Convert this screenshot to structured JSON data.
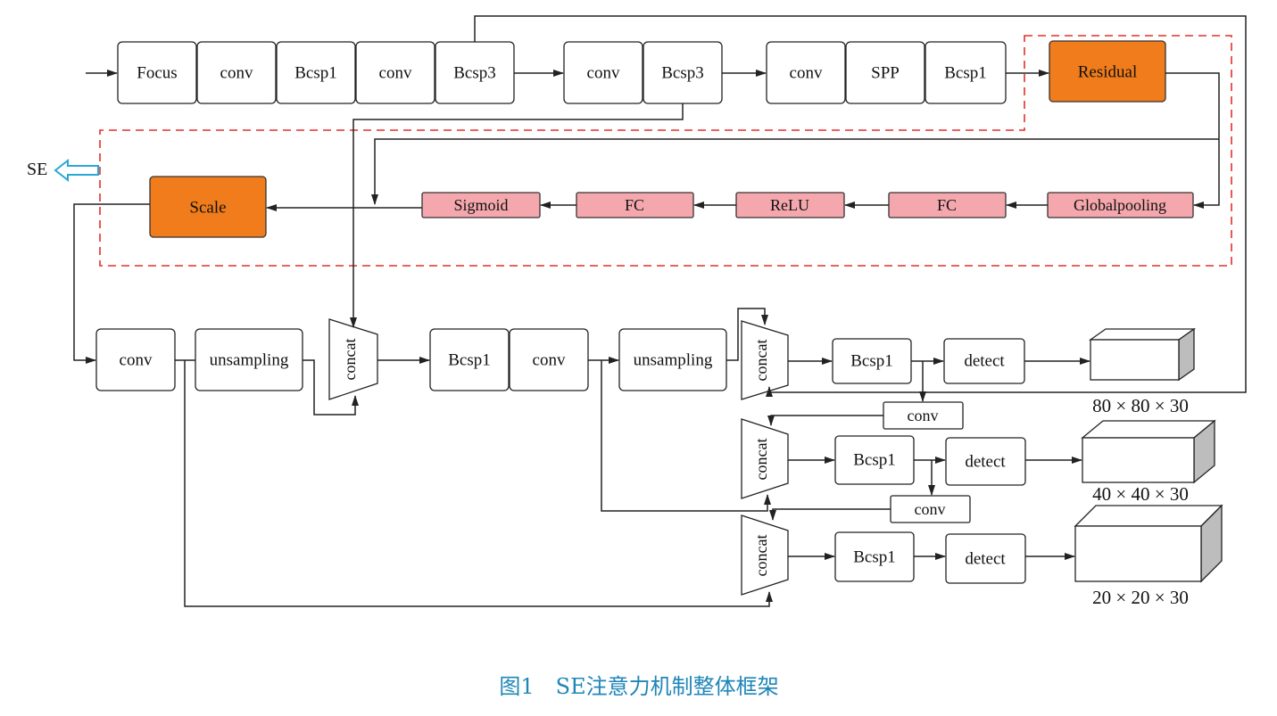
{
  "backbone": {
    "focus": "Focus",
    "conv1": "conv",
    "bcsp1_a": "Bcsp1",
    "conv2": "conv",
    "bcsp3_a": "Bcsp3",
    "conv3": "conv",
    "bcsp3_b": "Bcsp3",
    "conv4": "conv",
    "spp": "SPP",
    "bcsp1_b": "Bcsp1"
  },
  "se_block": {
    "residual": "Residual",
    "globalpooling": "Globalpooling",
    "fc1": "FC",
    "relu": "ReLU",
    "fc2": "FC",
    "sigmoid": "Sigmoid",
    "scale": "Scale",
    "se_label": "SE"
  },
  "neck": {
    "conv_a": "conv",
    "unsampling_a": "unsampling",
    "concat_a": "concat",
    "bcsp1_c": "Bcsp1",
    "conv_b": "conv",
    "unsampling_b": "unsampling"
  },
  "heads": [
    {
      "concat": "concat",
      "bcsp1": "Bcsp1",
      "detect": "detect",
      "output": "80 × 80 × 30"
    },
    {
      "concat": "concat",
      "bcsp1": "Bcsp1",
      "detect": "detect",
      "output": "40 × 40 × 30",
      "conv_in": "conv"
    },
    {
      "concat": "concat",
      "bcsp1": "Bcsp1",
      "detect": "detect",
      "output": "20 × 20 × 30",
      "conv_in": "conv"
    }
  ],
  "caption": "图1　SE注意力机制整体框架",
  "colors": {
    "orange": "#f07c1b",
    "pink": "#f4a7ad",
    "dashed_border": "#e0302a",
    "caption": "#1e86b8",
    "se_arrow": "#2aa7d8"
  }
}
